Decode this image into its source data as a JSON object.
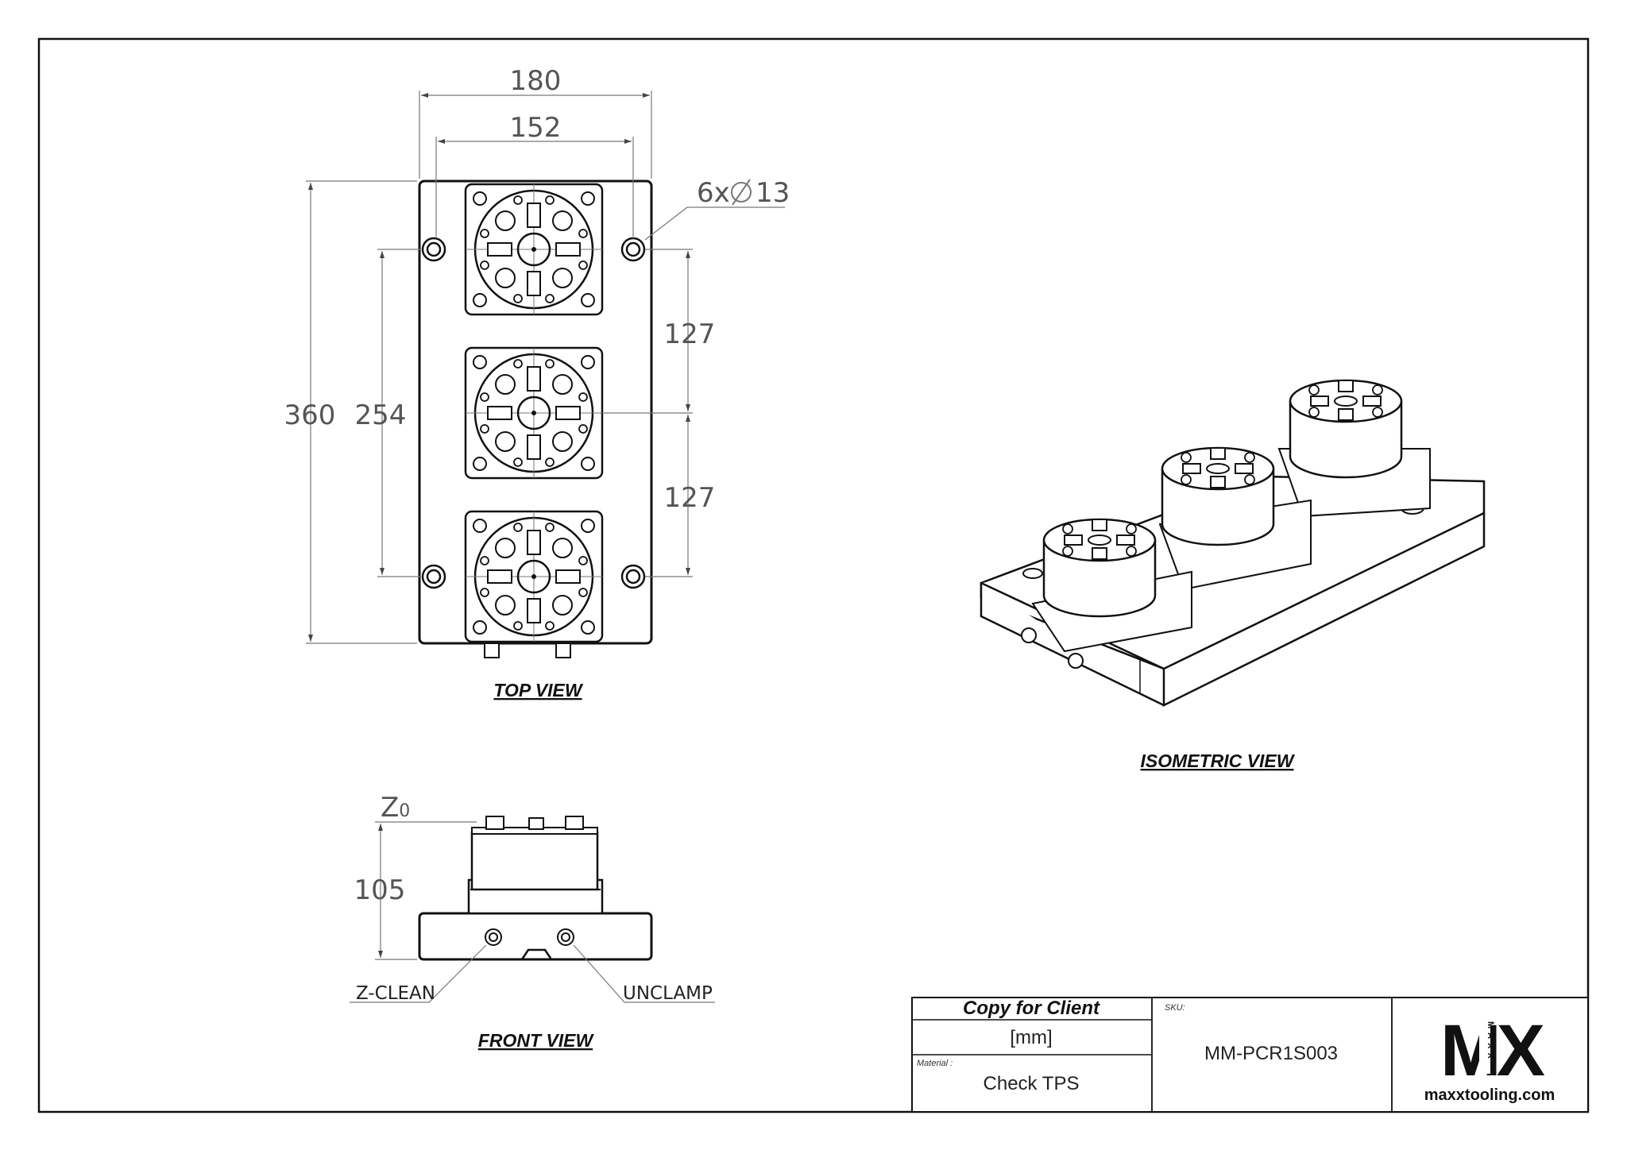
{
  "top_view": {
    "title": "TOP VIEW",
    "dim_width_overall": "180",
    "dim_width_holes": "152",
    "dim_holes": "6x",
    "dim_hole_dia": "13",
    "dim_height_overall": "360",
    "dim_height_holes": "254",
    "dim_pitch_upper": "127",
    "dim_pitch_lower": "127"
  },
  "front_view": {
    "title": "FRONT VIEW",
    "datum_label": "Z",
    "datum_sub": "0",
    "dim_height": "105",
    "callout_left": "Z-CLEAN",
    "callout_right": "UNCLAMP"
  },
  "isometric_view": {
    "title": "ISOMETRIC VIEW"
  },
  "title_block": {
    "copy_label": "Copy for Client",
    "units": "[mm]",
    "material_caption": "Material :",
    "material_value": "Check TPS",
    "sku_caption": "SKU:",
    "sku_value": "MM-PCR1S003",
    "logo_text": "MX",
    "logo_side_text": "MAXX",
    "logo_url": "maxxtooling.com"
  }
}
